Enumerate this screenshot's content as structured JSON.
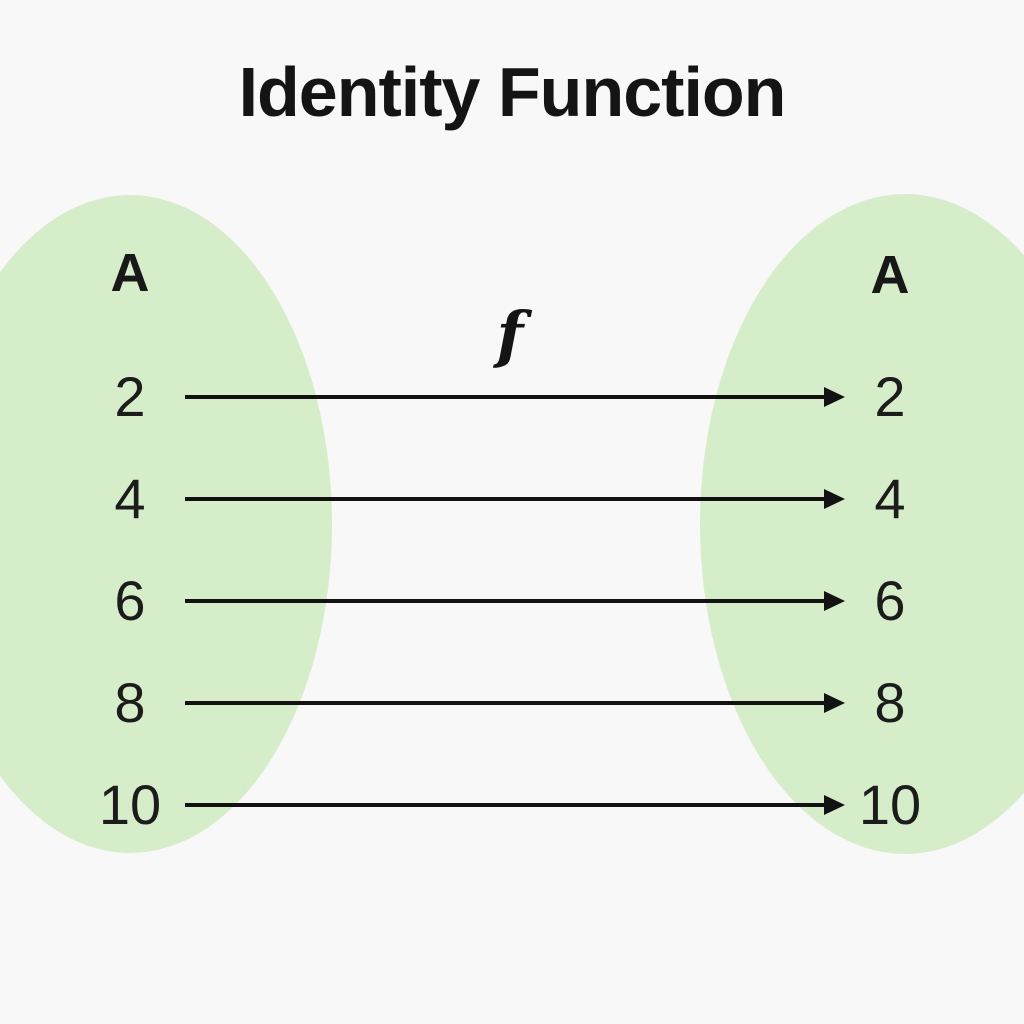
{
  "title": "Identity Function",
  "function_label": "f",
  "colors": {
    "background": "#f8f8f8",
    "set_fill": "#d6edca",
    "text": "#161616",
    "arrow": "#121212"
  },
  "domain_set": {
    "label": "A",
    "elements": [
      "2",
      "4",
      "6",
      "8",
      "10"
    ]
  },
  "codomain_set": {
    "label": "A",
    "elements": [
      "2",
      "4",
      "6",
      "8",
      "10"
    ]
  },
  "mapping": {
    "rows": [
      {
        "from": "2",
        "to": "2"
      },
      {
        "from": "4",
        "to": "4"
      },
      {
        "from": "6",
        "to": "6"
      },
      {
        "from": "8",
        "to": "8"
      },
      {
        "from": "10",
        "to": "10"
      }
    ]
  }
}
